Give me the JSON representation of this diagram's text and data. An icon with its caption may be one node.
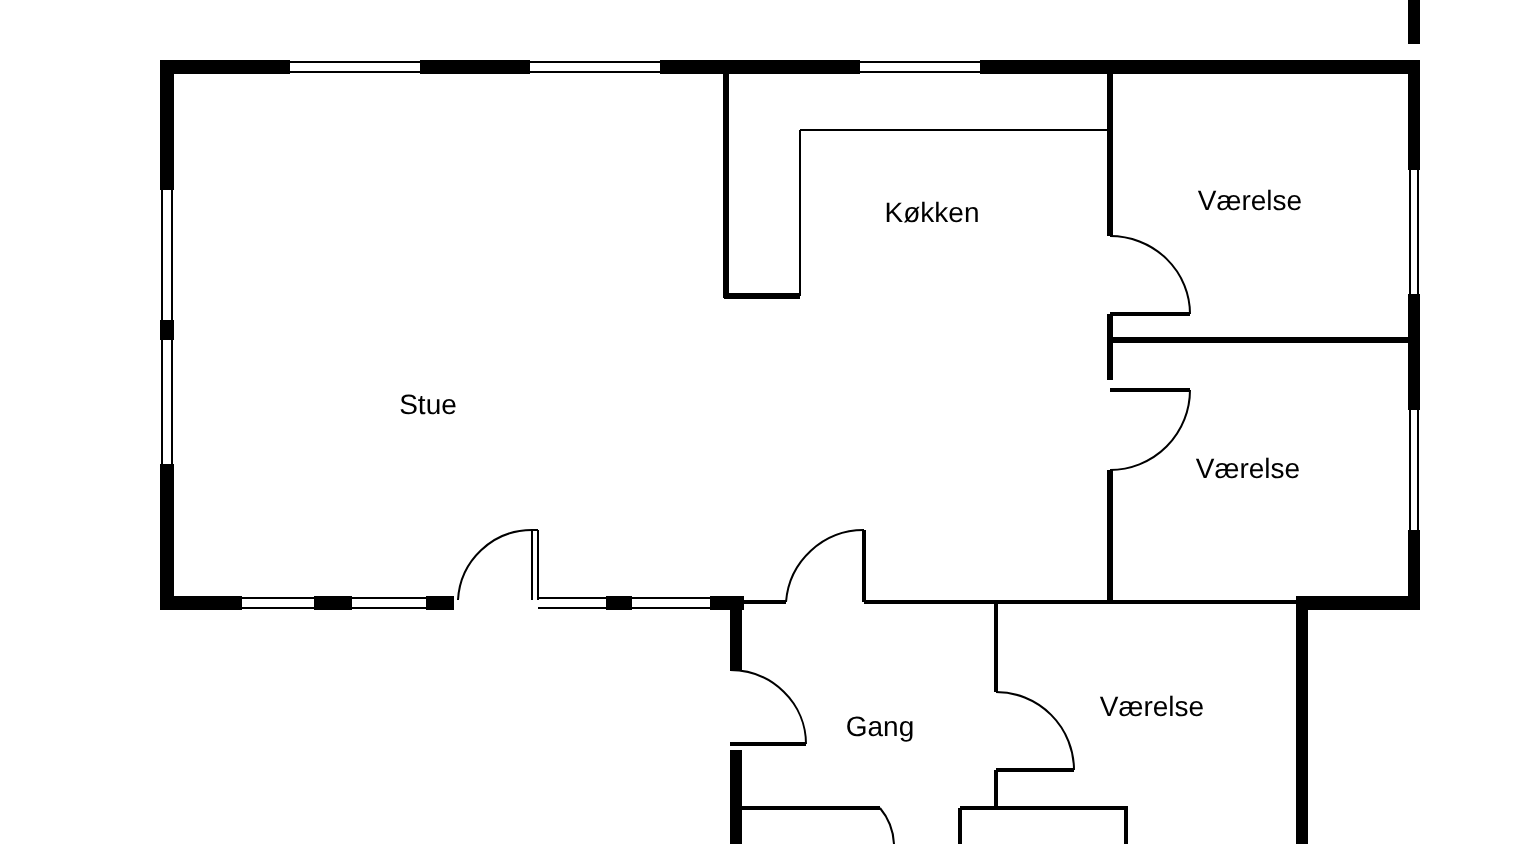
{
  "diagram": {
    "labels": [
      "Køkken",
      "Værelse",
      "Stue",
      "Værelse",
      "Gang",
      "Værelse"
    ]
  }
}
